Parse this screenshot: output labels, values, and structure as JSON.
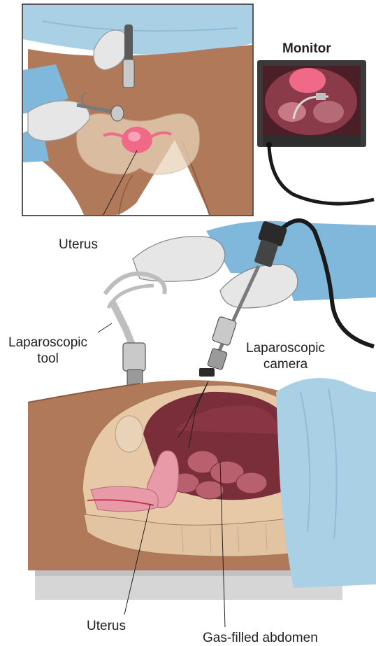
{
  "header_fragment": "",
  "labels": {
    "monitor": "Monitor",
    "uterus_top": "Uterus",
    "laparoscopic_tool": "Laparoscopic\ntool",
    "laparoscopic_camera": "Laparoscopic\ncamera",
    "uterus_bottom": "Uterus",
    "gas_filled_abdomen": "Gas-filled abdomen"
  },
  "colors": {
    "skin": "#b07a5a",
    "skin_dark": "#8c5a3c",
    "drape_blue": "#aad0e6",
    "glove": "#e6e6e6",
    "sleeve_blue": "#7fb8da",
    "uterus_pink": "#e89aa8",
    "uterus_bright": "#f06a88",
    "cavity_dark": "#7a2e3a",
    "bone": "#e8d2b8",
    "monitor_frame": "#3a3a3a",
    "cable": "#1a1a1a"
  },
  "icons": [
    "monitor-icon",
    "laparoscopic-camera-icon",
    "laparoscopic-tool-icon",
    "surgeon-hand-icon"
  ]
}
